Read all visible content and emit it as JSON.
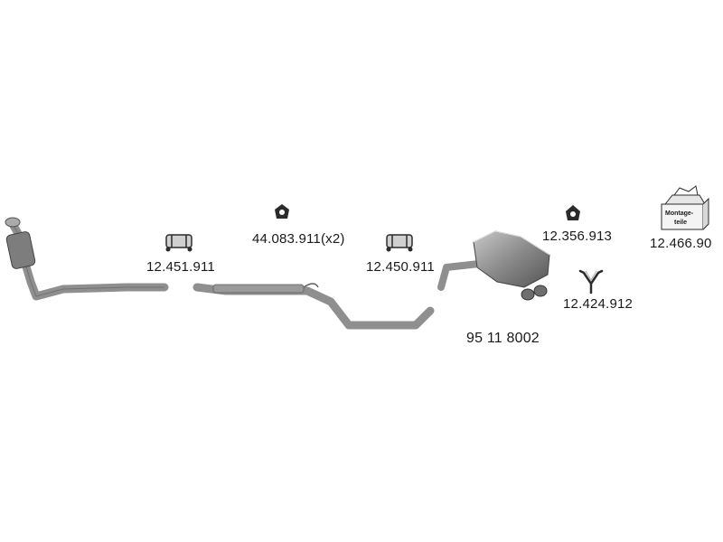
{
  "parts": {
    "front_pipe_clamp": "12.451.911",
    "rubber_mount_pair": "44.083.911(x2)",
    "rear_clamp": "12.450.911",
    "rear_silencer": "95 11 8002",
    "rubber_mount": "12.356.913",
    "bracket": "12.424.912",
    "mounting_kit": "12.466.90"
  },
  "kit_box": {
    "line1": "Montage-",
    "line2": "teile"
  },
  "colors": {
    "pipe": "#8f8f8f",
    "pipe_dark": "#5e5e5e",
    "part_dark": "#2b2b2b",
    "label": "#1a1a1a"
  }
}
